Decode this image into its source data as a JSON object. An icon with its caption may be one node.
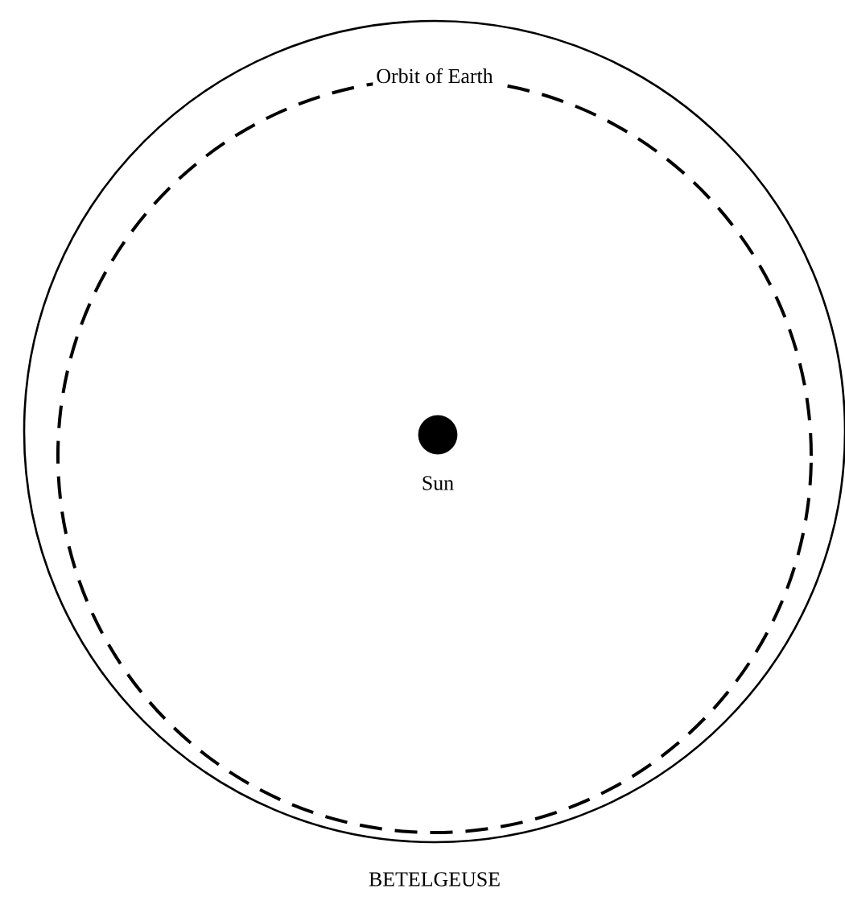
{
  "diagram": {
    "nodes": [
      {
        "text": [
          "BETELGEUSE"
        ]
      },
      {
        "text": [
          "Orbit of Earth"
        ],
        "in": 0
      },
      {
        "text": [
          "Sun"
        ],
        "in": 1
      }
    ]
  }
}
